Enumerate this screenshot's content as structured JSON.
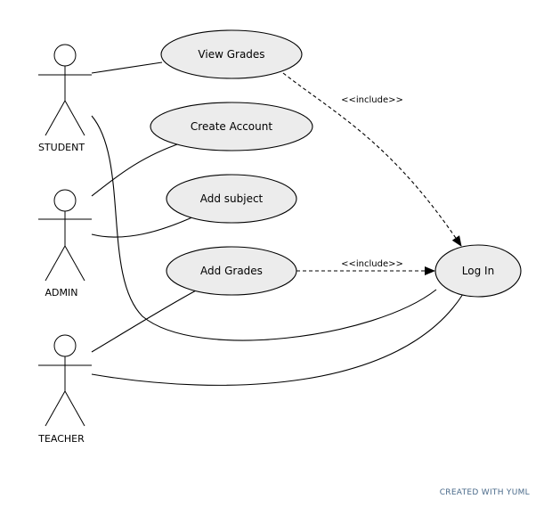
{
  "actors": {
    "student": "STUDENT",
    "admin": "ADMIN",
    "teacher": "TEACHER"
  },
  "use_cases": {
    "view_grades": "View Grades",
    "create_account": "Create Account",
    "add_subject": "Add subject",
    "add_grades": "Add Grades",
    "log_in": "Log In"
  },
  "relations": {
    "include_1": "<<include>>",
    "include_2": "<<include>>"
  },
  "footer": {
    "credit": "CREATED WITH YUML"
  },
  "colors": {
    "use_case_fill": "#ececec",
    "line": "#000000",
    "credit_text": "#4a6a8a"
  }
}
